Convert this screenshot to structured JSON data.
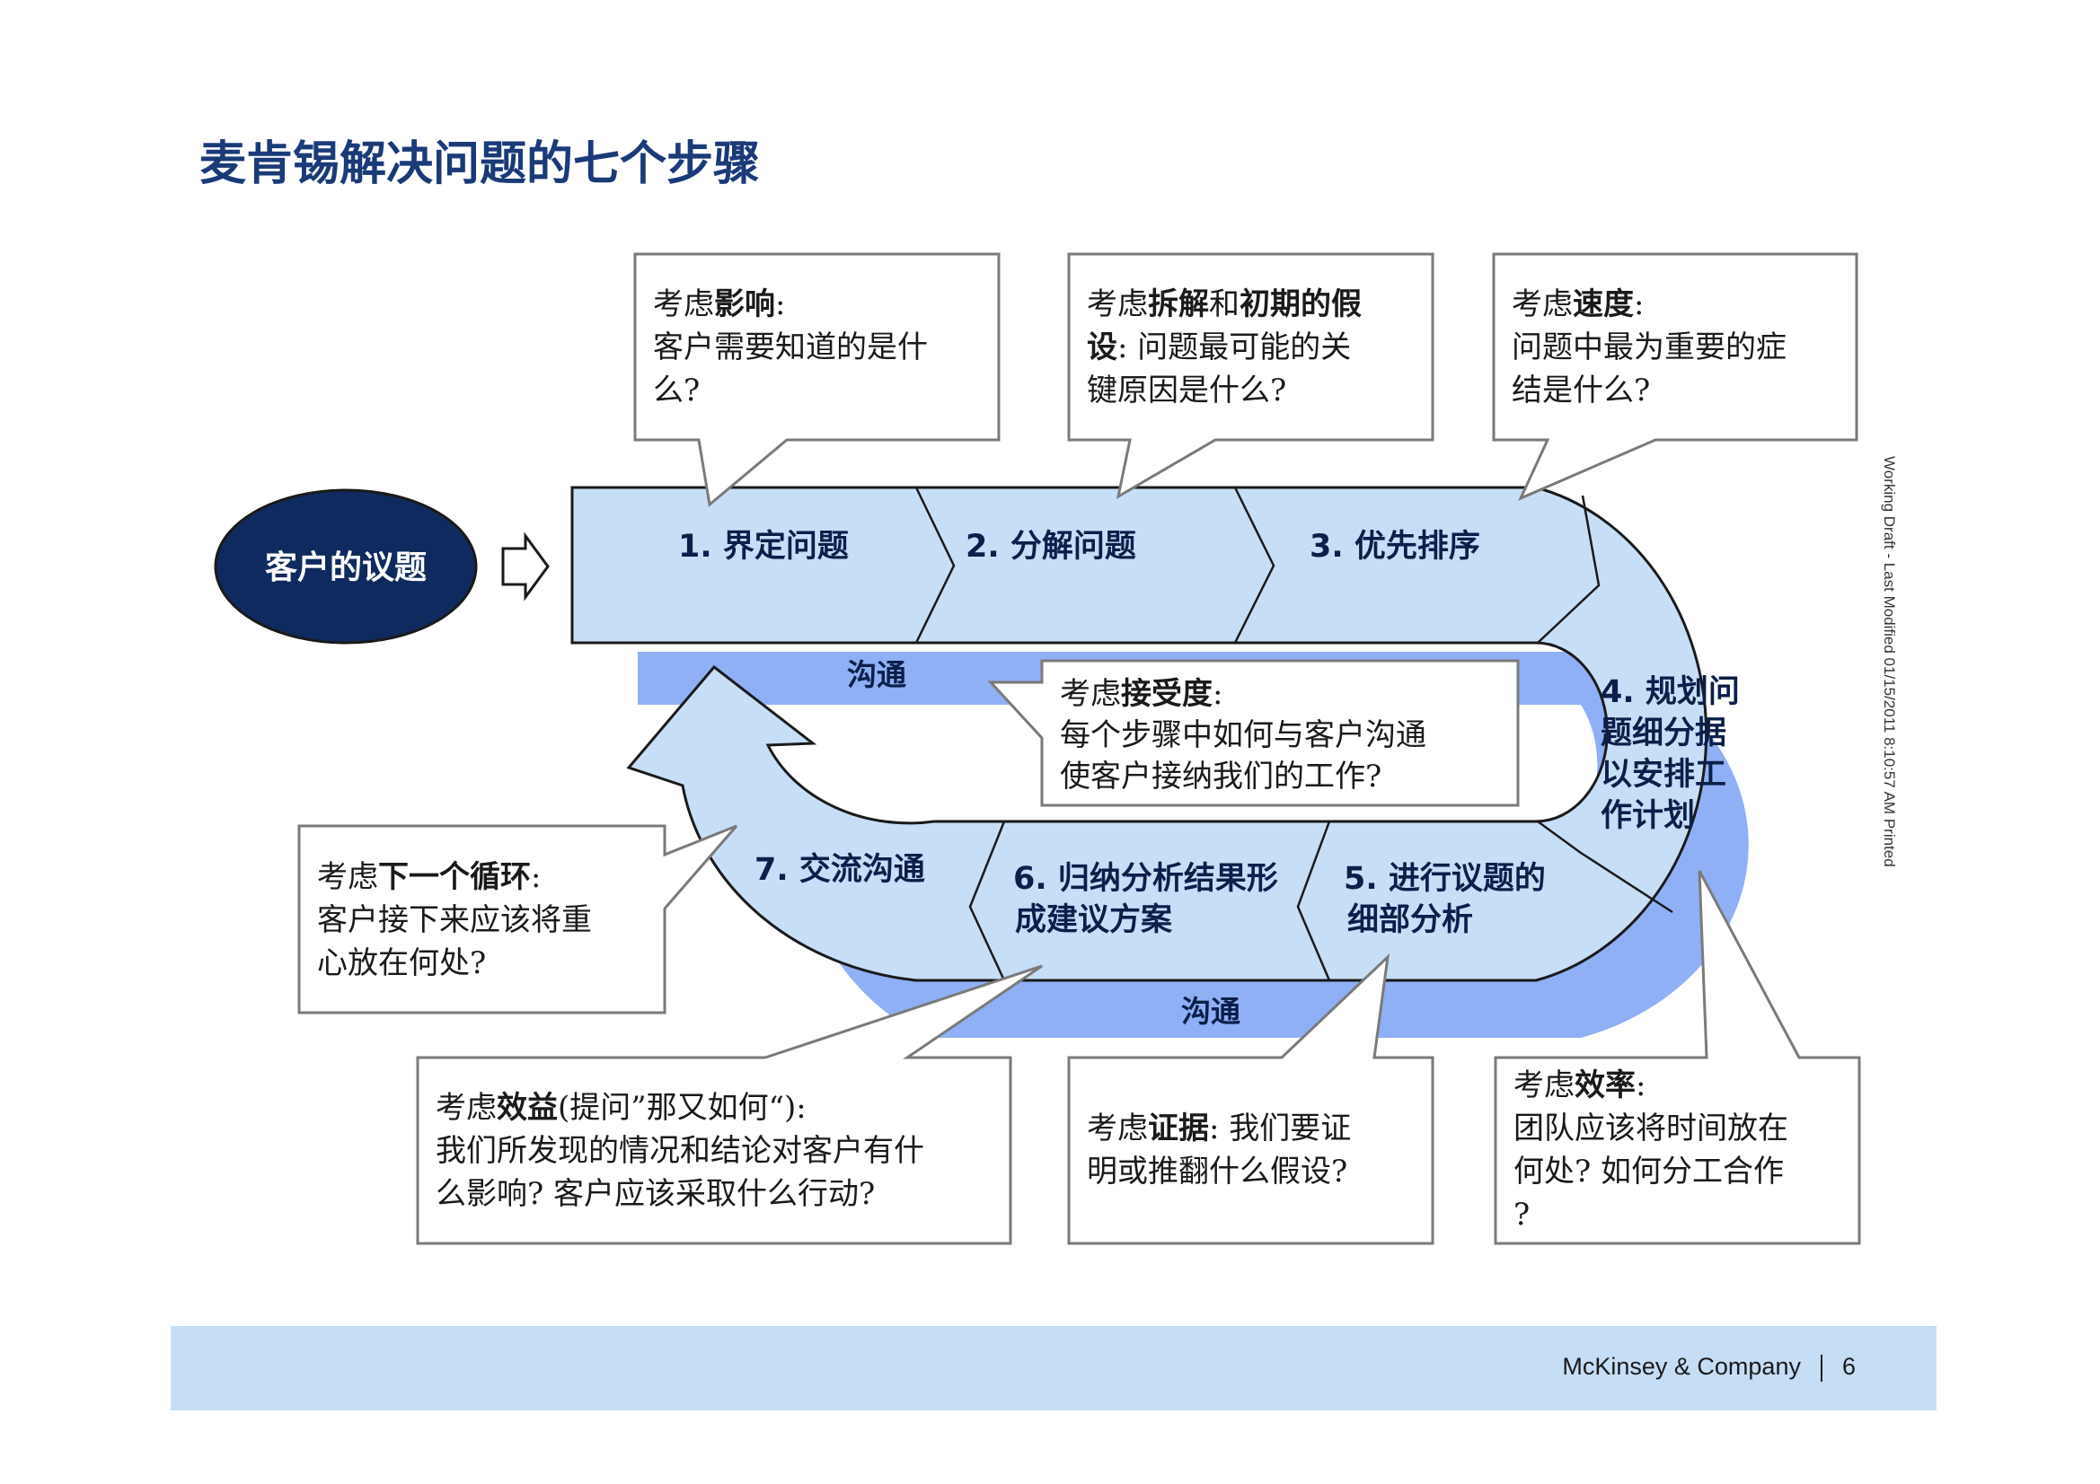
{
  "title": "麦肯锡解决问题的七个步骤",
  "client_issue": "客户的议题",
  "steps": {
    "s1": "1. 界定问题",
    "s2": "2. 分解问题",
    "s3": "3. 优先排序",
    "s4": [
      "4. 规划问",
      "题细分据",
      "以安排工",
      "作计划"
    ],
    "s5": [
      "5. 进行议题的",
      "细部分析"
    ],
    "s6": [
      "6. 归纳分析结果形",
      "成建议方案"
    ],
    "s7": "7. 交流沟通"
  },
  "communication_label": "沟通",
  "callouts": {
    "impact": {
      "prefix": "考虑",
      "bold": "影响",
      "suffix": ":",
      "lines": [
        "客户需要知道的是什",
        "么?"
      ]
    },
    "decompose": {
      "l1_prefix": "考虑",
      "l1_bold": "拆解",
      "l1_mid": "和",
      "l1_bold2": "初期的假",
      "l2_bold": "设",
      "l2_rest": ": 问题最可能的关",
      "l3": "键原因是什么?"
    },
    "speed": {
      "prefix": "考虑",
      "bold": "速度",
      "suffix": ":",
      "lines": [
        "问题中最为重要的症",
        "结是什么?"
      ]
    },
    "acceptance": {
      "prefix": "考虑",
      "bold": "接受度",
      "suffix": ":",
      "lines": [
        "每个步骤中如何与客户沟通",
        "使客户接纳我们的工作?"
      ]
    },
    "next_cycle": {
      "prefix": "考虑",
      "bold": "下一个循环",
      "suffix": ":",
      "lines": [
        "客户接下来应该将重",
        "心放在何处?"
      ]
    },
    "benefit": {
      "prefix": "考虑",
      "bold": "效益",
      "suffix": "(提问”那又如何“):",
      "lines": [
        "我们所发现的情况和结论对客户有什",
        "么影响? 客户应该采取什么行动?"
      ]
    },
    "evidence": {
      "prefix": "考虑",
      "bold": "证据",
      "suffix": ": 我们要证",
      "lines": [
        "明或推翻什么假设?"
      ]
    },
    "efficiency": {
      "prefix": "考虑",
      "bold": "效率",
      "suffix": ":",
      "lines": [
        "团队应该将时间放在",
        "何处? 如何分工合作",
        "?"
      ]
    }
  },
  "side_note": "Working Draft - Last Modified 01/15/2011 8:10:57 AM   Printed",
  "footer": {
    "company": "McKinsey & Company",
    "page": "6"
  },
  "colors": {
    "title": "#1a3a78",
    "ellipse": "#0f2a5e",
    "band_light": "#c7def7",
    "band_dark": "#8fb0f5",
    "footer": "#c6ddf6"
  }
}
